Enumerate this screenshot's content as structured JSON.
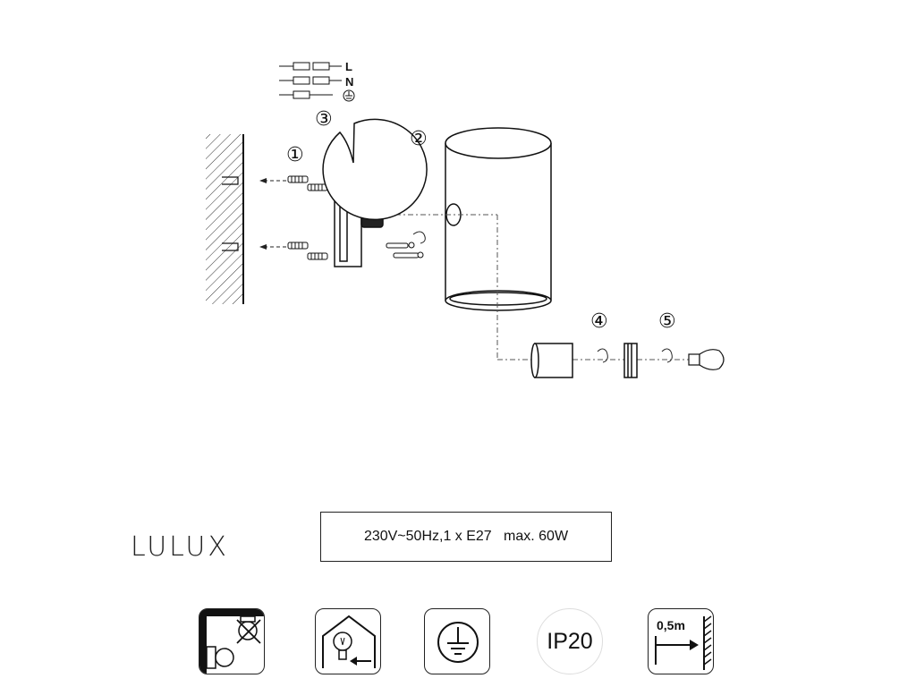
{
  "brand": {
    "name": "LULUX"
  },
  "spec": {
    "text": "230V~50Hz,1 x E27   max. 60W"
  },
  "steps": [
    "①",
    "②",
    "③",
    "④",
    "⑤"
  ],
  "wiring": {
    "live": "L",
    "neutral": "N"
  },
  "icons": {
    "ip_rating": "IP20",
    "distance": "0,5m",
    "names": [
      "wall-not-ceiling-mount-icon",
      "indoor-use-icon",
      "earth-ground-icon",
      "ip20-rating-icon",
      "min-distance-icon"
    ]
  }
}
